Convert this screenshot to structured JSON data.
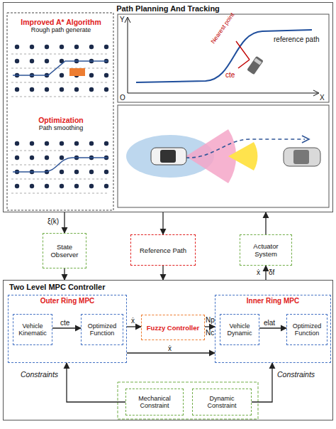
{
  "diagram": {
    "nodes": [
      {
        "text": [
          "Path Planning And Tracking"
        ]
      },
      {
        "text": [
          "Improved A* Algorithm",
          "Rough path generate"
        ],
        "in": 0
      },
      {
        "text": [
          "Optimization",
          "Path smoothing"
        ],
        "in": 0
      },
      {
        "text": [
          "State Observer"
        ]
      },
      {
        "text": [
          "Reference Path"
        ]
      },
      {
        "text": [
          "Actuator System"
        ]
      },
      {
        "text": [
          "Two Level MPC Controller"
        ]
      },
      {
        "text": [
          "Outer Ring MPC"
        ],
        "in": 6
      },
      {
        "text": [
          "Vehicle Kinematic"
        ],
        "in": 7
      },
      {
        "text": [
          "Optimized Function"
        ],
        "in": 7
      },
      {
        "text": [
          "Fuzzy Controller"
        ],
        "in": 6
      },
      {
        "text": [
          "Inner Ring MPC"
        ],
        "in": 6
      },
      {
        "text": [
          "Vehicle Dynamic"
        ],
        "in": 11
      },
      {
        "text": [
          "Optimized Function"
        ],
        "in": 11
      },
      {
        "text": [
          "Mechanical Constraint"
        ],
        "in": 6
      },
      {
        "text": [
          "Dynamic Constraint"
        ],
        "in": 6
      }
    ],
    "edges": [
      {
        "from": 0,
        "to": 3,
        "arrow": "to",
        "label": "ξ(k)"
      },
      {
        "from": 3,
        "to": 6,
        "arrow": "to"
      },
      {
        "from": 0,
        "to": 4,
        "arrow": "to"
      },
      {
        "from": 4,
        "to": 6,
        "arrow": "to"
      },
      {
        "from": 6,
        "to": 5,
        "arrow": "to"
      },
      {
        "from": 5,
        "to": 0,
        "arrow": "to"
      },
      {
        "from": 8,
        "to": 9,
        "arrow": "to",
        "label": "cte"
      },
      {
        "from": 7,
        "to": 10,
        "arrow": "to",
        "label": "ẋ"
      },
      {
        "from": 10,
        "to": 11,
        "arrow": "to"
      },
      {
        "from": 7,
        "to": 11,
        "arrow": "to",
        "label": "ẋ"
      },
      {
        "from": 12,
        "to": 13,
        "arrow": "to",
        "label": "elat"
      },
      {
        "from": 14,
        "to": 7,
        "arrow": "to",
        "label": "Constraints"
      },
      {
        "from": 15,
        "to": 11,
        "arrow": "to",
        "label": "Constraints"
      }
    ],
    "labels": [
      "Y",
      "X",
      "O",
      "reference path",
      "Nearest point",
      "cte",
      "ẋ",
      "δf",
      "Np",
      "Nc"
    ]
  }
}
